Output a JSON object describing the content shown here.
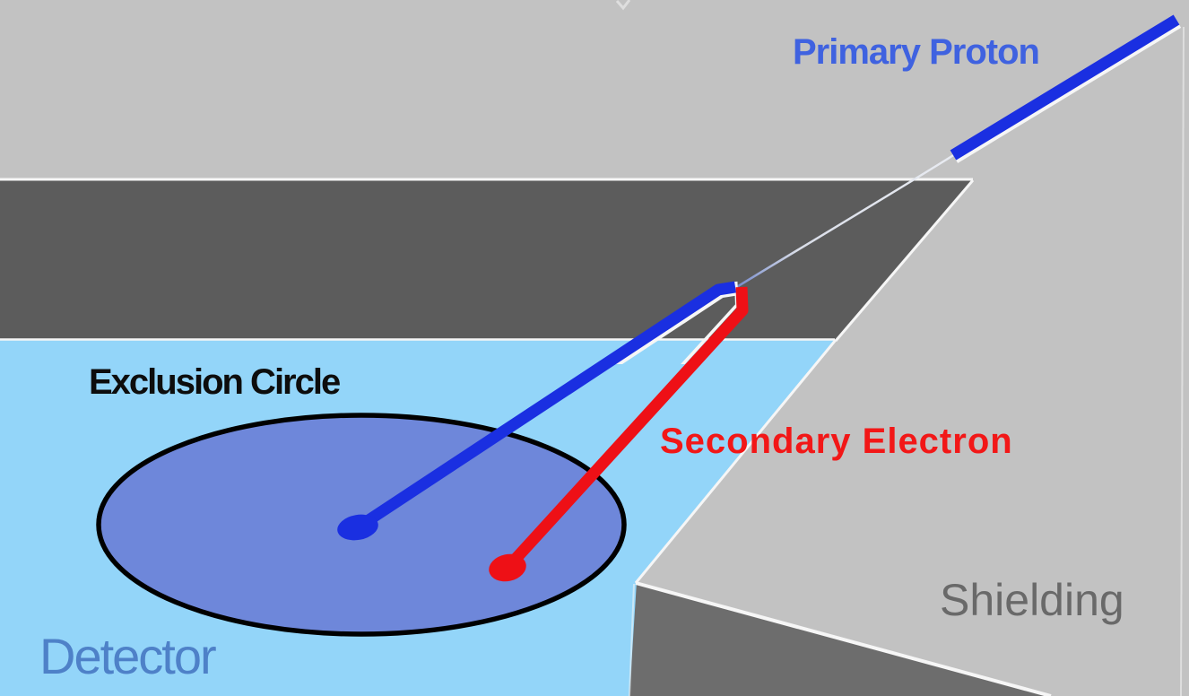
{
  "diagram": {
    "labels": {
      "primary_proton": "Primary Proton",
      "secondary_electron": "Secondary Electron",
      "exclusion_circle": "Exclusion Circle",
      "detector": "Detector",
      "shielding": "Shielding"
    },
    "colors": {
      "proton_line_blue": "#1a2fe1",
      "electron_line_red": "#ee1016",
      "proton_label_blue": "#3f62e0",
      "electron_label_red": "#f21717",
      "exclusion_label_black": "#0d0d0d",
      "detector_label_blue": "#4e81c8",
      "shielding_label_gray": "#696969",
      "detector_fill": "#93d5f9",
      "exclusion_circle_fill": "#6e87da",
      "shielding_top_gray": "#c2c2c2",
      "shielding_dark_gray": "#5c5c5c",
      "shielding_side_gray": "#6d6d6d",
      "edge_white": "#f6f6f6"
    }
  }
}
